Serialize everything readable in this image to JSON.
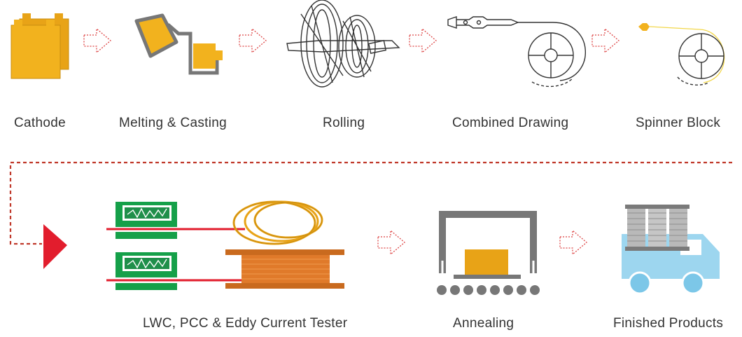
{
  "colors": {
    "gold": "#F2B21E",
    "gold_dark": "#E8A317",
    "copper": "#E07A2A",
    "green": "#15A049",
    "red": "#E21D2D",
    "truck_blue": "#9DD6EF",
    "grey": "#777777",
    "line": "#333333"
  },
  "steps": [
    {
      "label": "Cathode",
      "icon": "cathode-icon"
    },
    {
      "label": "Melting & Casting",
      "icon": "furnace-icon"
    },
    {
      "label": "Rolling",
      "icon": "rolling-mill-icon"
    },
    {
      "label": "Combined Drawing",
      "icon": "drawing-machine-icon"
    },
    {
      "label": "Spinner Block",
      "icon": "spinner-block-icon"
    },
    {
      "label": "LWC, PCC & Eddy Current Tester",
      "icon": "eddy-current-tester-icon"
    },
    {
      "label": "Annealing",
      "icon": "annealing-oven-icon"
    },
    {
      "label": "Finished Products",
      "icon": "delivery-truck-icon"
    }
  ]
}
